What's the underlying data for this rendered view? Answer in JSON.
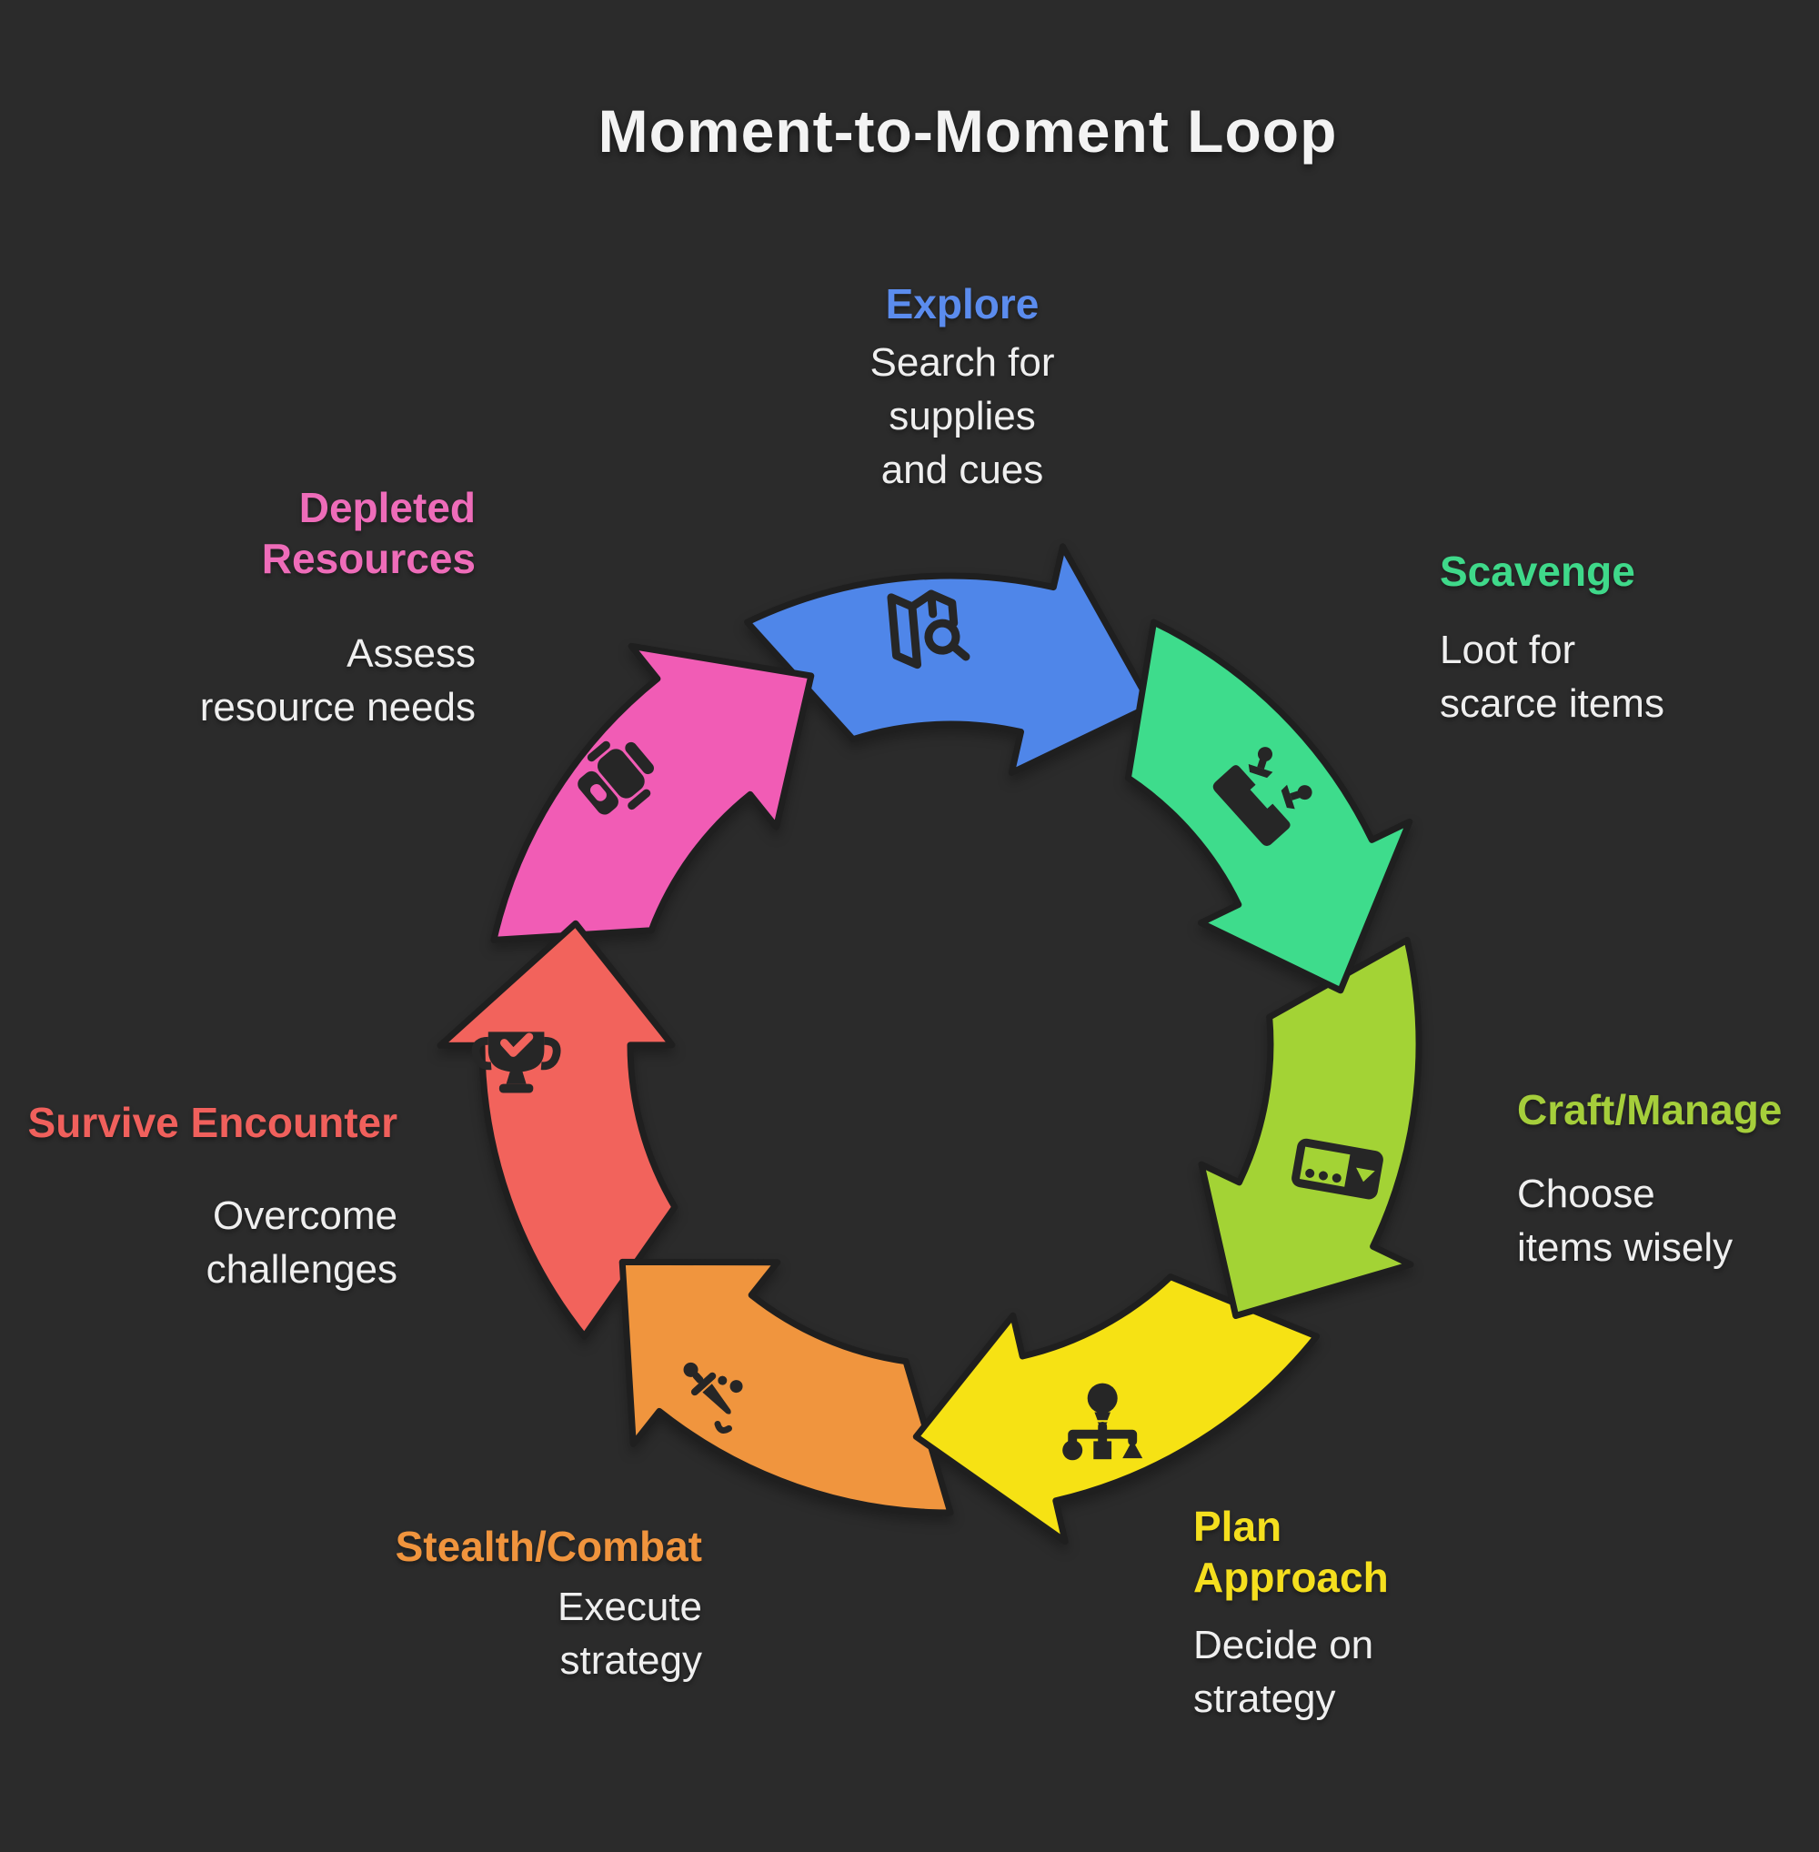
{
  "title": "Moment-to-Moment Loop",
  "background_color": "#2b2b2b",
  "icon_ink_color": "#262626",
  "outline_color": "#1f1f1f",
  "body_text_color": "#efefef",
  "diagram": {
    "type": "cycle",
    "direction": "clockwise",
    "steps": [
      {
        "id": "explore",
        "label": "Explore",
        "description": "Search for\nsupplies\nand cues",
        "color": "#4f86e9",
        "heading_color": "#5b8cee",
        "icon": "map-search-icon"
      },
      {
        "id": "scavenge",
        "label": "Scavenge",
        "description": "Loot for\nscarce items",
        "color": "#3edc8c",
        "heading_color": "#3fd98a",
        "icon": "loot-box-icon"
      },
      {
        "id": "craft-manage",
        "label": "Craft/Manage",
        "description": "Choose\nitems wisely",
        "color": "#a3d335",
        "heading_color": "#a5ce3b",
        "icon": "inventory-bar-icon"
      },
      {
        "id": "plan-approach",
        "label": "Plan\nApproach",
        "description": "Decide on\nstrategy",
        "color": "#f6e214",
        "heading_color": "#f5df1e",
        "icon": "decision-tree-icon"
      },
      {
        "id": "stealth-combat",
        "label": "Stealth/Combat",
        "description": "Execute\nstrategy",
        "color": "#f0953e",
        "heading_color": "#f0943d",
        "icon": "dagger-icon"
      },
      {
        "id": "survive-encounter",
        "label": "Survive Encounter",
        "description": "Overcome\nchallenges",
        "color": "#f2635c",
        "heading_color": "#f0605c",
        "icon": "trophy-check-icon"
      },
      {
        "id": "depleted-resources",
        "label": "Depleted\nResources",
        "description": "Assess\nresource needs",
        "color": "#f15cb5",
        "heading_color": "#ee6cb9",
        "icon": "backpack-icon"
      }
    ]
  }
}
